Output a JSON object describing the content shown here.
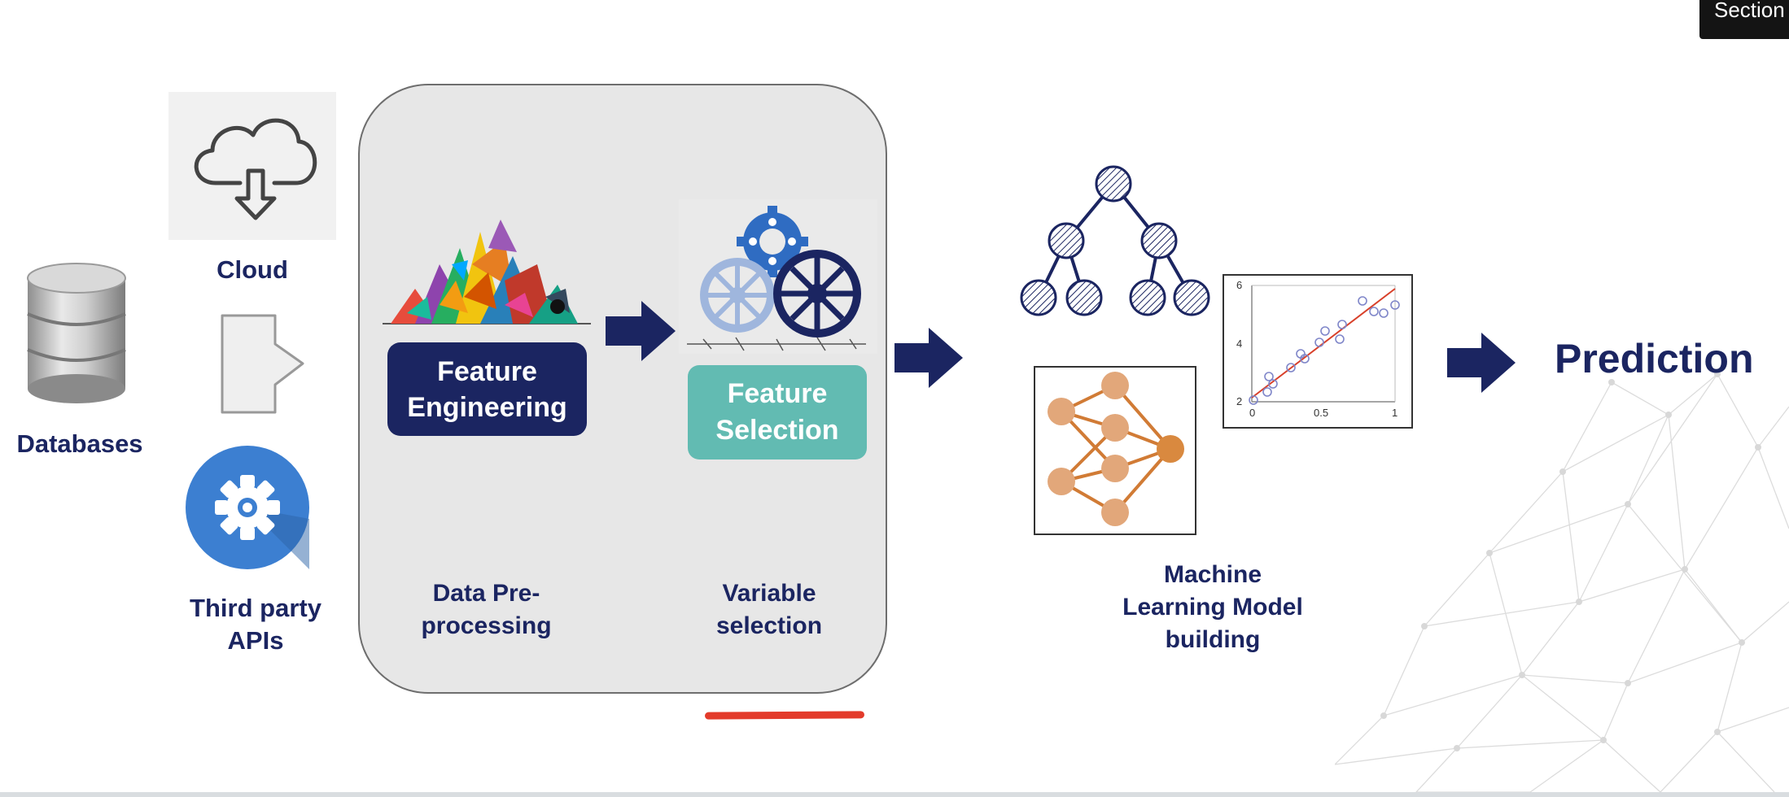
{
  "section_tag": "Section",
  "sources": {
    "databases": "Databases",
    "cloud": "Cloud",
    "third_party_line1": "Third party",
    "third_party_line2": "APIs"
  },
  "preprocessing": {
    "feature_engineering_line1": "Feature",
    "feature_engineering_line2": "Engineering",
    "feature_selection_line1": "Feature",
    "feature_selection_line2": "Selection",
    "data_preprocessing_line1": "Data Pre-",
    "data_preprocessing_line2": "processing",
    "variable_selection_line1": "Variable",
    "variable_selection_line2": "selection"
  },
  "model": {
    "label_line1": "Machine",
    "label_line2": "Learning Model",
    "label_line3": "building",
    "regression_plot": {
      "y_ticks": [
        "6",
        "4",
        "2"
      ],
      "x_ticks": [
        "0",
        "0.5",
        "1"
      ]
    }
  },
  "output": {
    "prediction": "Prediction"
  },
  "colors": {
    "navy": "#1b2561",
    "teal": "#62bbb2",
    "panel": "#e7e7e7",
    "accent_red": "#e33b2b",
    "gear_blue": "#3c7fd1",
    "nn_orange": "#d9935a"
  }
}
